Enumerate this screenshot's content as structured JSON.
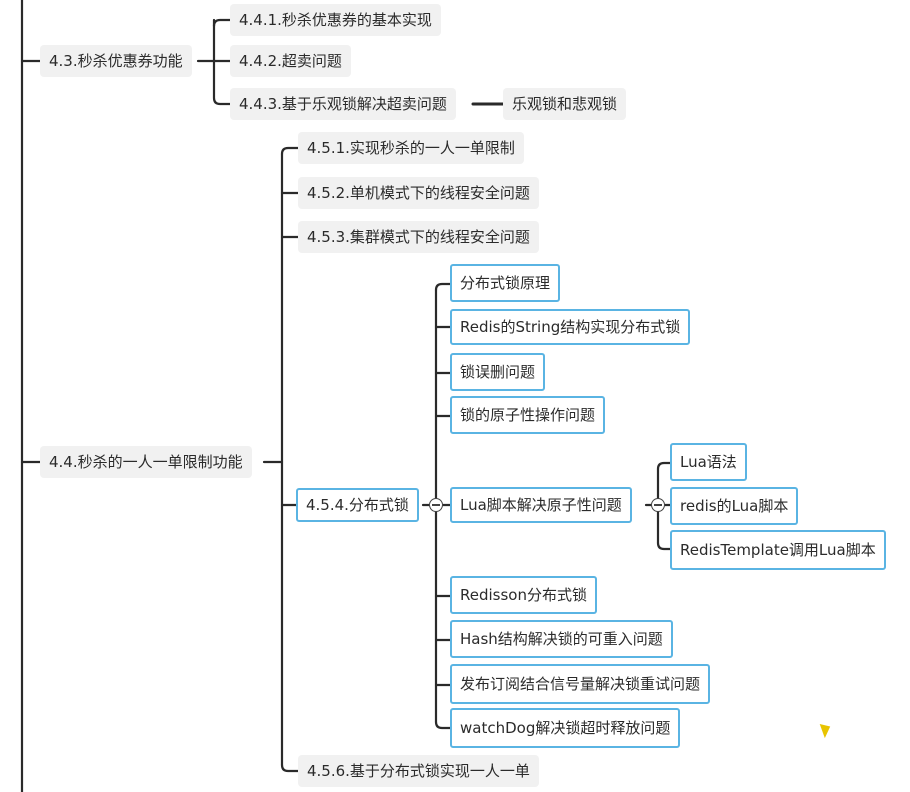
{
  "mindmap": {
    "n_4_3": "4.3.秒杀优惠券功能",
    "n_4_4_1": "4.4.1.秒杀优惠券的基本实现",
    "n_4_4_2": "4.4.2.超卖问题",
    "n_4_4_3": "4.4.3.基于乐观锁解决超卖问题",
    "n_optimistic": "乐观锁和悲观锁",
    "n_4_4": "4.4.秒杀的一人一单限制功能",
    "n_4_5_1": "4.5.1.实现秒杀的一人一单限制",
    "n_4_5_2": "4.5.2.单机模式下的线程安全问题",
    "n_4_5_3": "4.5.3.集群模式下的线程安全问题",
    "n_4_5_4": "4.5.4.分布式锁",
    "n_4_5_6": "4.5.6.基于分布式锁实现一人一单",
    "dl_principle": "分布式锁原理",
    "dl_redis_string": "Redis的String结构实现分布式锁",
    "dl_mis_delete": "锁误删问题",
    "dl_atomic": "锁的原子性操作问题",
    "dl_lua_solve": "Lua脚本解决原子性问题",
    "lua_syntax": "Lua语法",
    "lua_redis_script": "redis的Lua脚本",
    "lua_redistemplate": "RedisTemplate调用Lua脚本",
    "dl_redisson": "Redisson分布式锁",
    "dl_hash_reentrant": "Hash结构解决锁的可重入问题",
    "dl_pubsub_retry": "发布订阅结合信号量解决锁重试问题",
    "dl_watchdog": "watchDog解决锁超时释放问题"
  },
  "colors": {
    "line": "#2a2a2a",
    "node_fill": "#f1f1f1",
    "selected_border": "#5ab4e3",
    "cursor": "#e8c400"
  }
}
